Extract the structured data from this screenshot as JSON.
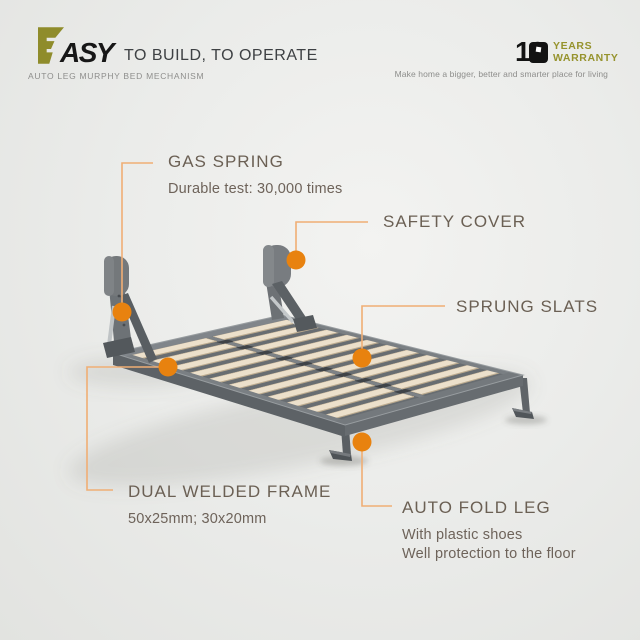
{
  "colors": {
    "accent_orange": "#e8820f",
    "connector_orange": "#f0ae74",
    "accent_olive": "#96932d",
    "callout_text": "#6b6054",
    "frame_gray": "#75797d",
    "slat_cream": "#ece0cb",
    "background": "#ebecea"
  },
  "header": {
    "brand_suffix": "ASY",
    "tagline": "TO BUILD, TO OPERATE",
    "subtitle": "AUTO LEG MURPHY BED MECHANISM"
  },
  "warranty": {
    "number": "10",
    "label": "YEARS\nWARRANTY",
    "slogan": "Make home a bigger, better and smarter place for living"
  },
  "callouts": {
    "gas_spring": {
      "title": "GAS SPRING",
      "subtitle": "Durable test: 30,000 times"
    },
    "safety_cover": {
      "title": "SAFETY COVER"
    },
    "sprung_slats": {
      "title": "SPRUNG SLATS"
    },
    "dual_welded_frame": {
      "title": "DUAL WELDED FRAME",
      "subtitle": "50x25mm; 30x20mm"
    },
    "auto_fold_leg": {
      "title": "AUTO FOLD LEG",
      "subtitle_line1": "With plastic shoes",
      "subtitle_line2": "Well protection to the floor"
    }
  }
}
